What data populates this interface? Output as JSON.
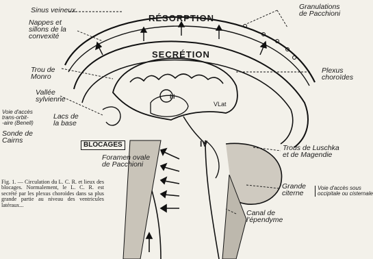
{
  "labels": {
    "sinus_veineux": "Sinus veineux",
    "nappes": "Nappes et\nsillons de la\nconvexité",
    "resorption": "RÉSORPTION",
    "granulations": "Granulations\nde Pacchioni",
    "secretion": "SECRÉTION",
    "trou_monro": "Trou de\nMonro",
    "plexus": "Plexus\nchoroïdes",
    "vallee": "Vallée\nsylvienne",
    "voie_acces": "Voie d'accès\ntrans-orbit-\n-aire (Benell)",
    "lacs": "Lacs de\nla base",
    "sonde": "Sonde de\nCairns",
    "blocages": "BLOCAGES",
    "ventricle_iii": "III",
    "vlat": "VLat",
    "ventricle_iv": "IV",
    "foramen": "Foramen ovale\nde Pacchioni",
    "trous_luschka": "Trous de Luschka\net de Magendie",
    "grande_citerne": "Grande\nciterne",
    "voie_citerne": "Voie d'accès sous\noccipitale ou cisternale",
    "canal": "Canal de\nl'épendyme"
  },
  "caption": "Fig. 1. — Circulation du L. C. R. et lieux des blocages. Normalement, le L. C. R. est secrété par les plexus choroïdes dans sa plus grande partie au niveau des ventricules latéraux..."
}
